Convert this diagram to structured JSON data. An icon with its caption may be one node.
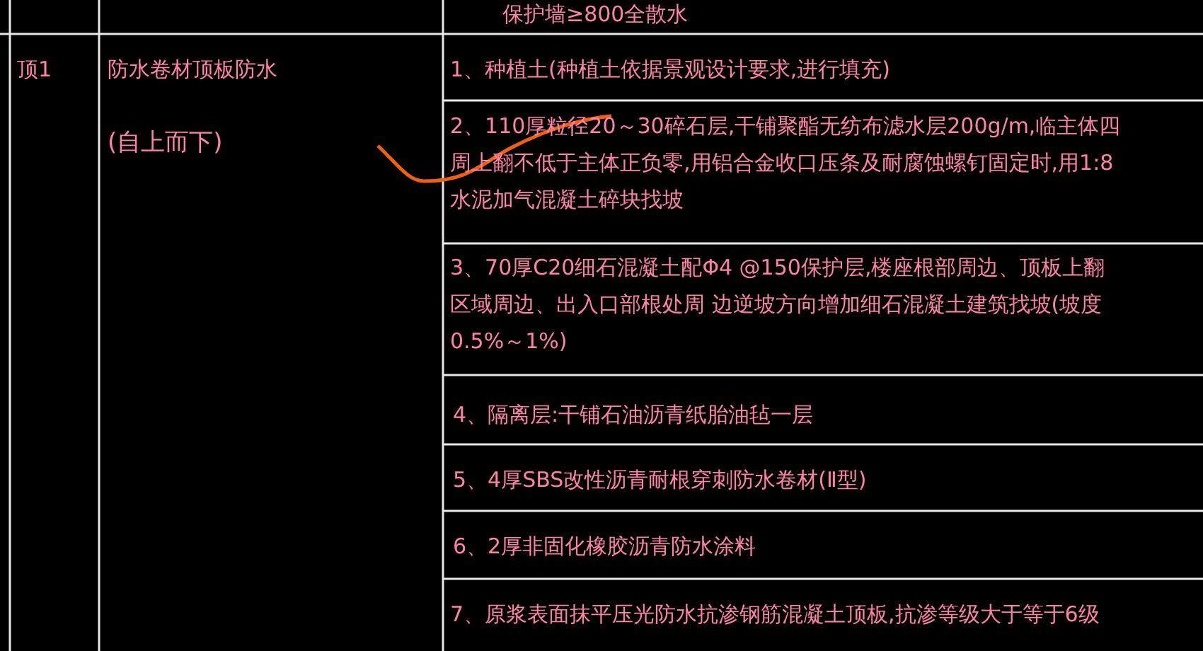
{
  "diagram": {
    "labels": [
      "保护墙≥800全散水",
      "顶1",
      "防水卷材顶板防水",
      "(自上而下)",
      "1、种植土(种植土依据景观设计要求,进行填充)",
      "2、110厚粒径20～30碎石层,干铺聚酯无纺布滤水层200g/m,临主体四周上翻不低于主体正负零,用铝合金收口压条及耐腐蚀螺钉固定时,用1:8水泥加气混凝土碎块找坡",
      "3、70厚C20细石混凝土配Φ4 @150保护层,楼座根部周边、顶板上翻区域周边、出入口部根处周 边逆坡方向增加细石混凝土建筑找坡(坡度0.5%～1%)",
      "4、隔离层:干铺石油沥青纸胎油毡一层",
      "5、4厚SBS改性沥青耐根穿刺防水卷材(Ⅱ型)",
      "6、2厚非固化橡胶沥青防水涂料",
      "7、原浆表面抹平压光防水抗渗钢筋混凝土顶板,抗渗等级大于等于6级"
    ]
  }
}
